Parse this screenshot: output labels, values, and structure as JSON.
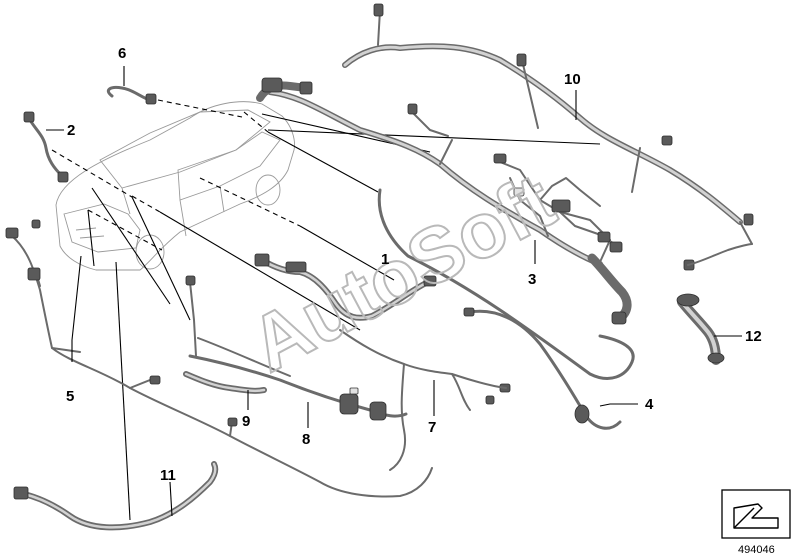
{
  "diagram": {
    "watermark": "AutoSoft",
    "reference_number": "494046",
    "callouts": {
      "c1": "1",
      "c2": "2",
      "c3": "3",
      "c4": "4",
      "c5": "5",
      "c6": "6",
      "c7": "7",
      "c8": "8",
      "c9": "9",
      "c10": "10",
      "c11": "11",
      "c12": "12"
    },
    "icons": {
      "orientation": "arrow-box-icon"
    }
  }
}
